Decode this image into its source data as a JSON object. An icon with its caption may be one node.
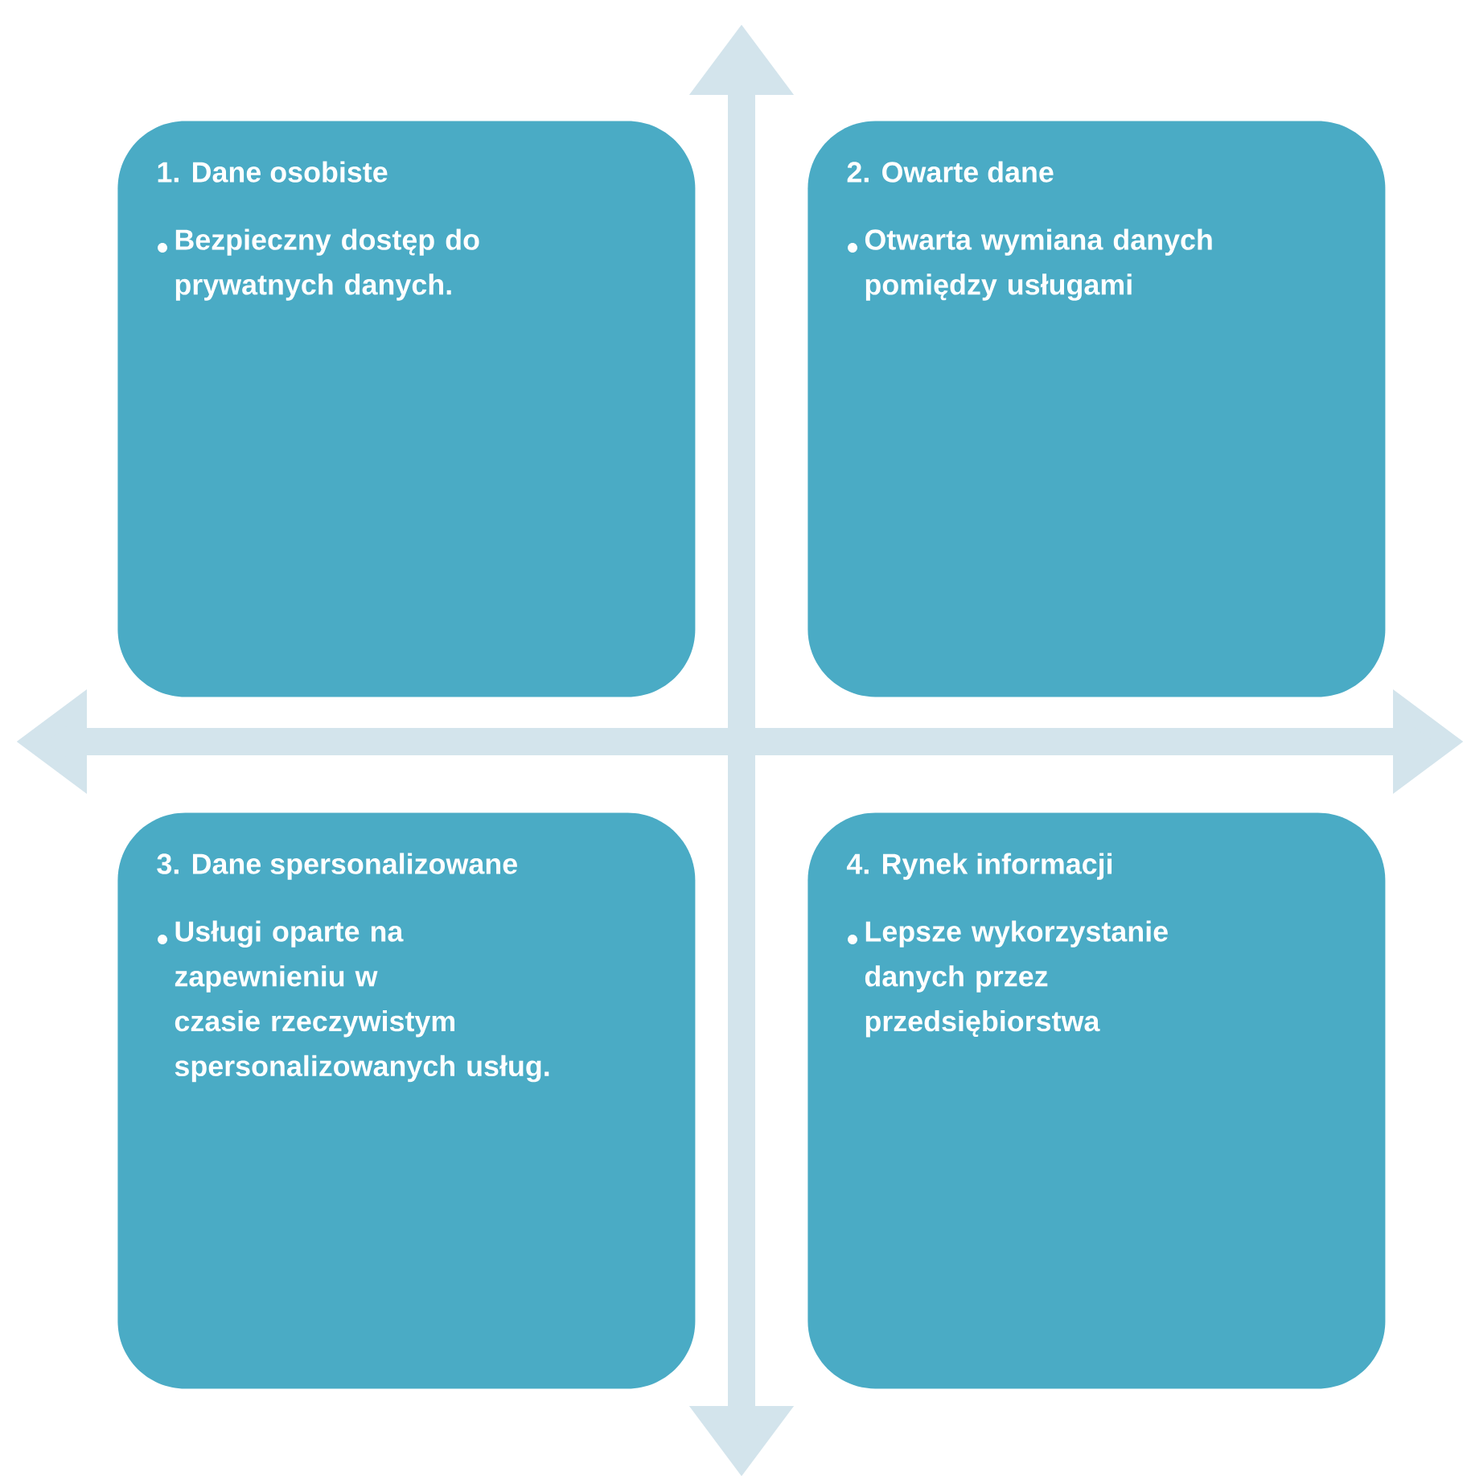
{
  "diagram": {
    "nodes": [
      {
        "text": [
          "1. Dane osobiste",
          "Bezpieczny dostęp do prywatnych danych."
        ]
      },
      {
        "text": [
          "2. Owarte dane",
          "Otwarta wymiana danych pomiędzy usługami"
        ]
      },
      {
        "text": [
          "3. Dane spersonalizowane",
          "Usługi oparte na zapewnieniu w czasie rzeczywistym spersonalizowanych usług."
        ]
      },
      {
        "text": [
          "4. Rynek informacji",
          "Lepsze wykorzystanie danych przez przedsiębiorstwa"
        ]
      }
    ]
  }
}
